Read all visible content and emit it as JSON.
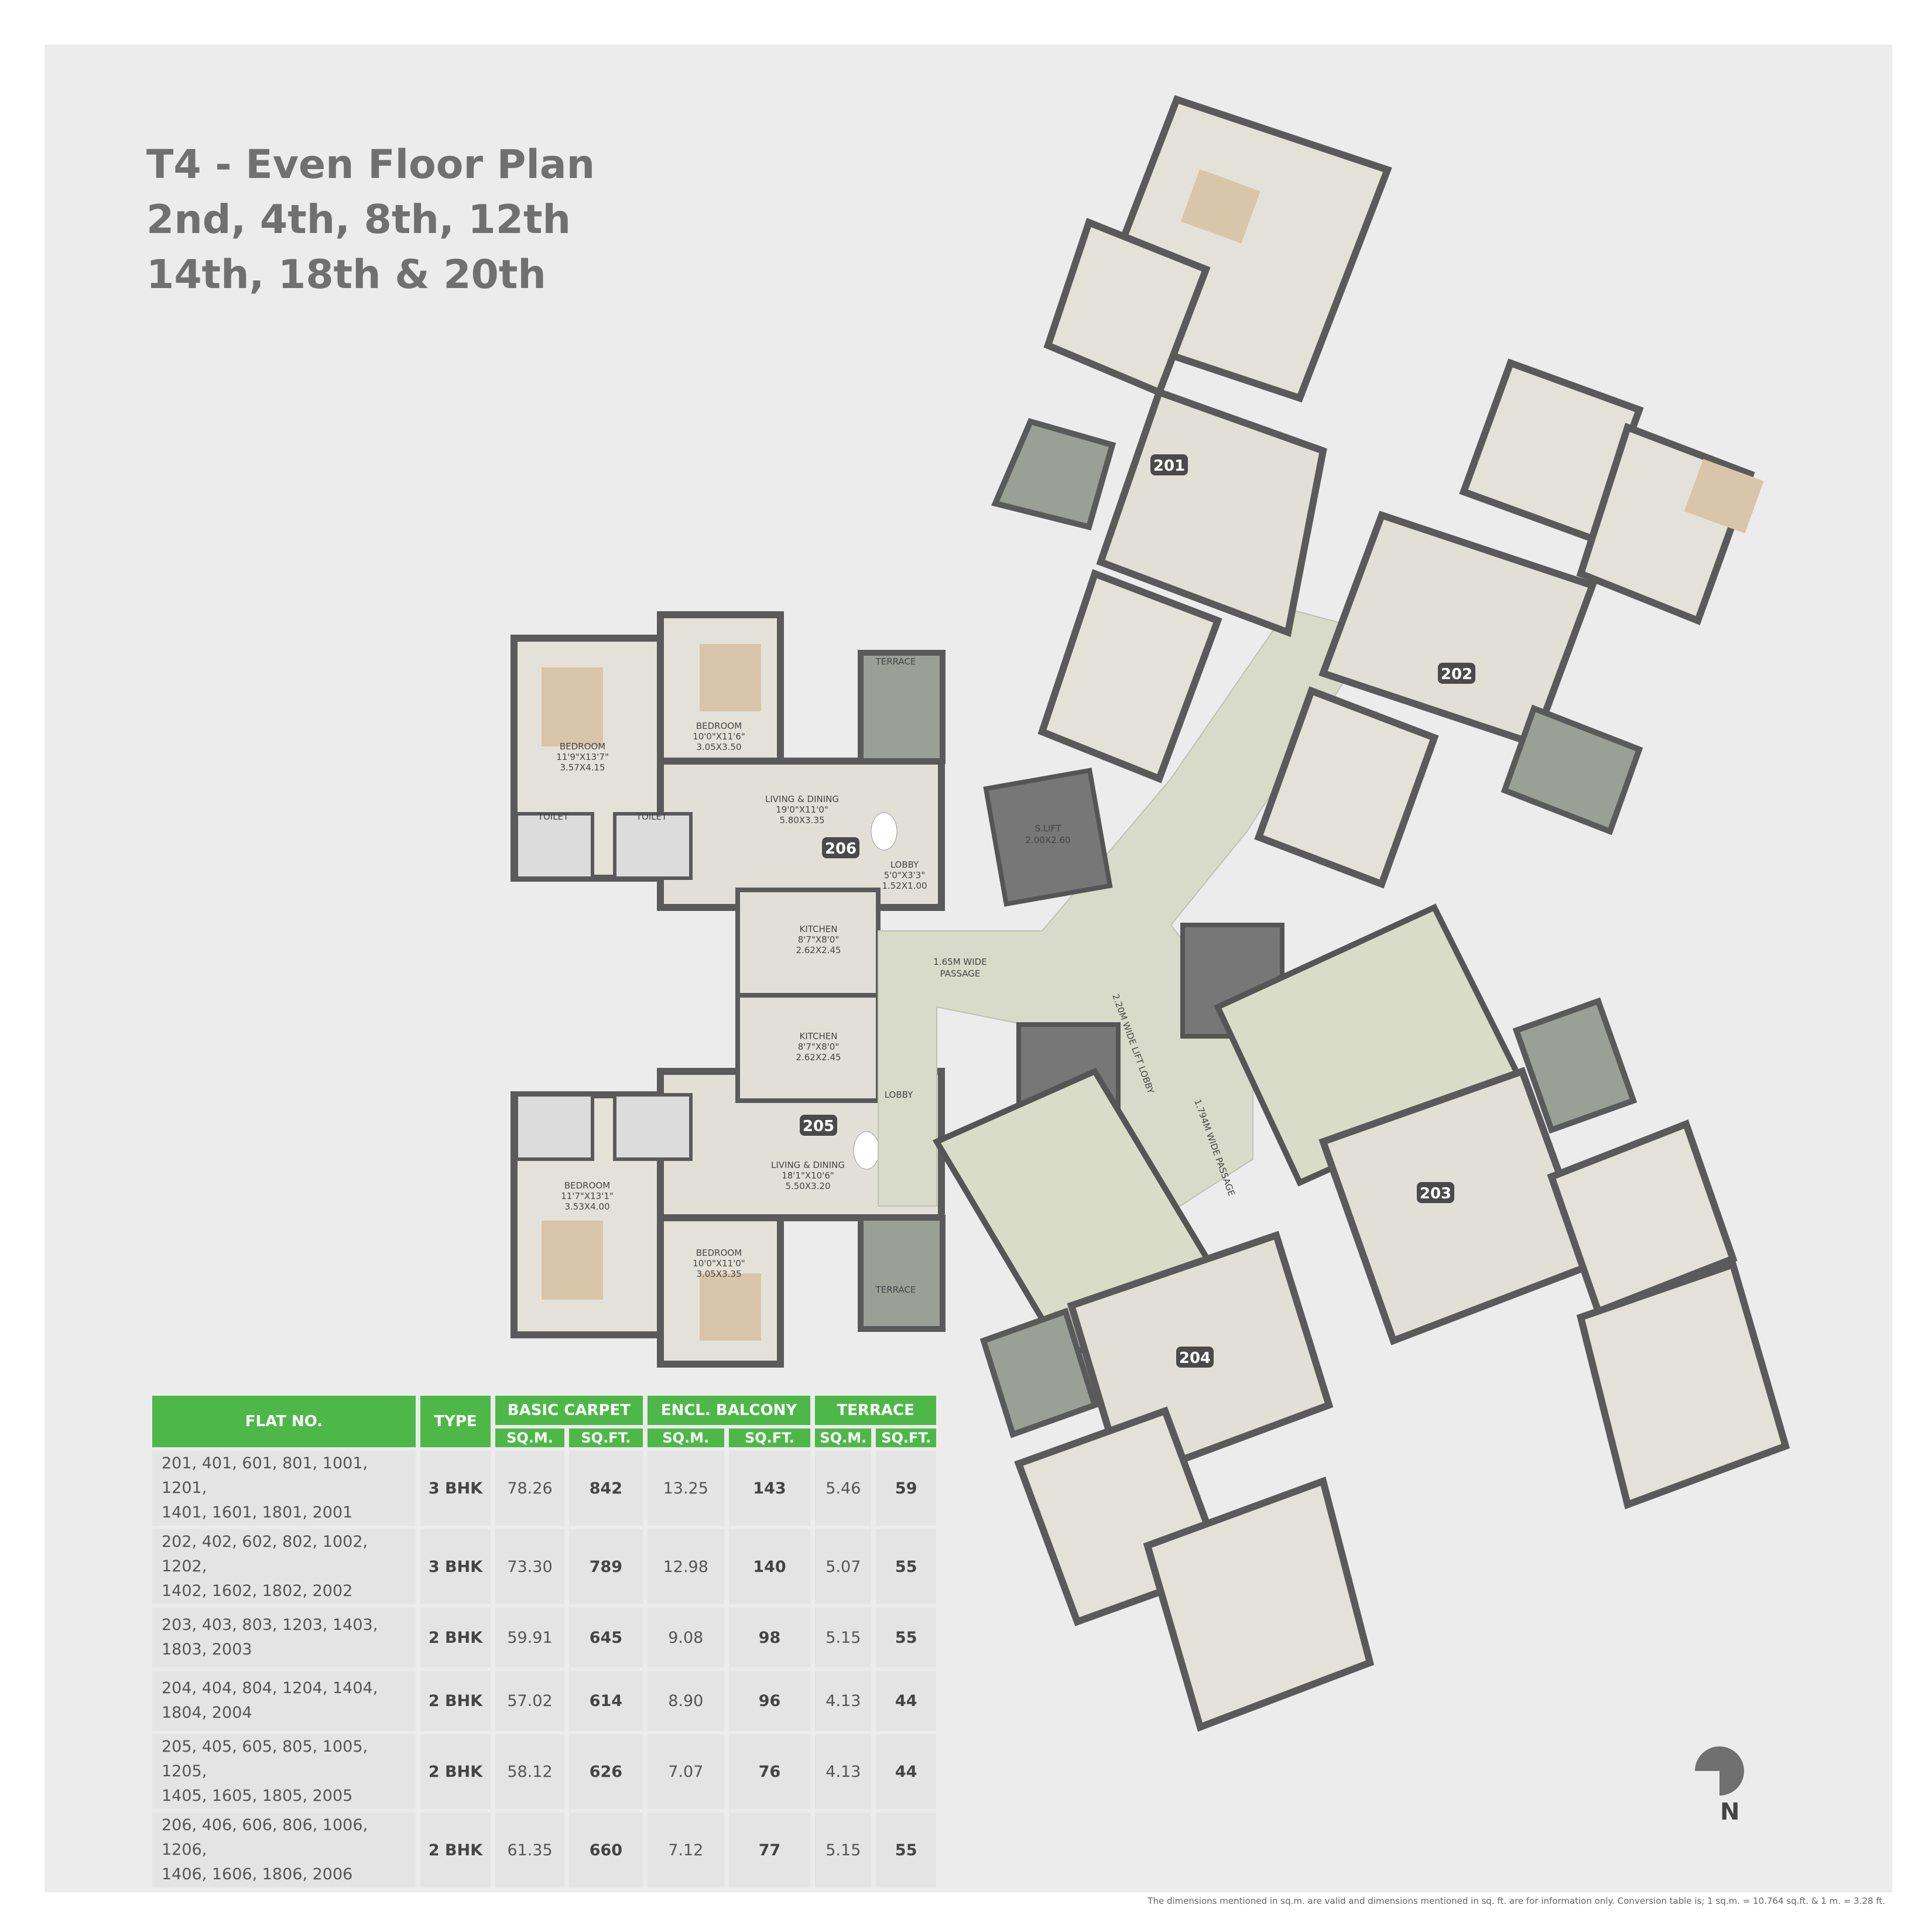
{
  "title": {
    "line1": "T4 - Even Floor Plan",
    "line2": "2nd, 4th, 8th, 12th",
    "line3": "14th, 18th & 20th"
  },
  "units": [
    "201",
    "202",
    "203",
    "204",
    "205",
    "206"
  ],
  "rooms": {
    "r206_bed1": "BEDROOM",
    "r206_bed1_dim": "11'9\"X13'7\"",
    "r206_bed1_m": "3.57X4.15",
    "r206_bed2": "BEDROOM",
    "r206_bed2_dim": "10'0\"X11'6\"",
    "r206_bed2_m": "3.05X3.50",
    "r206_liv": "LIVING & DINING",
    "r206_liv_dim": "19'0\"X11'0\"",
    "r206_liv_m": "5.80X3.35",
    "r206_lobby": "LOBBY",
    "r206_lobby_dim": "5'0\"X3'3\"",
    "r206_lobby_m": "1.52X1.00",
    "r206_kit": "KITCHEN",
    "r206_kit_dim": "8'7\"X8'0\"",
    "r206_kit_m": "2.62X2.45",
    "r206_toilet1": "TOILET",
    "r206_toilet2": "TOILET",
    "r206_terrace": "TERRACE",
    "r205_bed1": "BEDROOM",
    "r205_bed1_dim": "11'7\"X13'1\"",
    "r205_bed1_m": "3.53X4.00",
    "r205_bed2": "BEDROOM",
    "r205_bed2_dim": "10'0\"X11'0\"",
    "r205_bed2_m": "3.05X3.35",
    "r205_liv": "LIVING & DINING",
    "r205_liv_dim": "18'1\"X10'6\"",
    "r205_liv_m": "5.50X3.20",
    "r205_kit": "KITCHEN",
    "r205_kit_dim": "8'7\"X8'0\"",
    "r205_kit_m": "2.62X2.45",
    "r205_lobby": "LOBBY",
    "r205_terrace": "TERRACE",
    "passage1": "1.65M WIDE",
    "passage1b": "PASSAGE",
    "passage2": "1.794M WIDE PASSAGE",
    "lift1": "S.LIFT",
    "lift1_m": "2.00X2.60",
    "lift_lobby": "2.20M WIDE LIFT LOBBY"
  },
  "table": {
    "headers": {
      "flat": "FLAT NO.",
      "type": "TYPE",
      "carpet": "BASIC CARPET",
      "balcony": "ENCL. BALCONY",
      "terrace": "TERRACE",
      "sqm": "SQ.M.",
      "sqft": "SQ.FT."
    },
    "rows": [
      {
        "flats1": "201, 401, 601, 801, 1001, 1201,",
        "flats2": "1401, 1601, 1801, 2001",
        "type": "3 BHK",
        "c_sqm": "78.26",
        "c_sqft": "842",
        "b_sqm": "13.25",
        "b_sqft": "143",
        "t_sqm": "5.46",
        "t_sqft": "59"
      },
      {
        "flats1": "202, 402, 602, 802, 1002, 1202,",
        "flats2": "1402, 1602, 1802, 2002",
        "type": "3 BHK",
        "c_sqm": "73.30",
        "c_sqft": "789",
        "b_sqm": "12.98",
        "b_sqft": "140",
        "t_sqm": "5.07",
        "t_sqft": "55"
      },
      {
        "flats1": "203, 403, 803, 1203, 1403,",
        "flats2": "1803, 2003",
        "type": "2 BHK",
        "c_sqm": "59.91",
        "c_sqft": "645",
        "b_sqm": "9.08",
        "b_sqft": "98",
        "t_sqm": "5.15",
        "t_sqft": "55"
      },
      {
        "flats1": "204, 404, 804, 1204, 1404,",
        "flats2": "1804, 2004",
        "type": "2 BHK",
        "c_sqm": "57.02",
        "c_sqft": "614",
        "b_sqm": "8.90",
        "b_sqft": "96",
        "t_sqm": "4.13",
        "t_sqft": "44"
      },
      {
        "flats1": "205, 405, 605, 805, 1005, 1205,",
        "flats2": "1405, 1605, 1805, 2005",
        "type": "2 BHK",
        "c_sqm": "58.12",
        "c_sqft": "626",
        "b_sqm": "7.07",
        "b_sqft": "76",
        "t_sqm": "4.13",
        "t_sqft": "44"
      },
      {
        "flats1": "206, 406, 606, 806, 1006, 1206,",
        "flats2": "1406, 1606, 1806, 2006",
        "type": "2 BHK",
        "c_sqm": "61.35",
        "c_sqft": "660",
        "b_sqm": "7.12",
        "b_sqft": "77",
        "t_sqm": "5.15",
        "t_sqft": "55"
      }
    ]
  },
  "compass": "N",
  "footnote": "The dimensions mentioned in sq.m. are valid and dimensions mentioned in sq. ft. are for information only. Conversion table is; 1 sq.m. = 10.764 sq.ft. & 1 m. = 3.28 ft.",
  "colors": {
    "background": "#ececec",
    "wall": "#5a5a5a",
    "floor": "#e2e0d6",
    "corridor": "#d8dbc9",
    "header_green": "#4db848",
    "unit_badge": "#4a4a4a"
  }
}
